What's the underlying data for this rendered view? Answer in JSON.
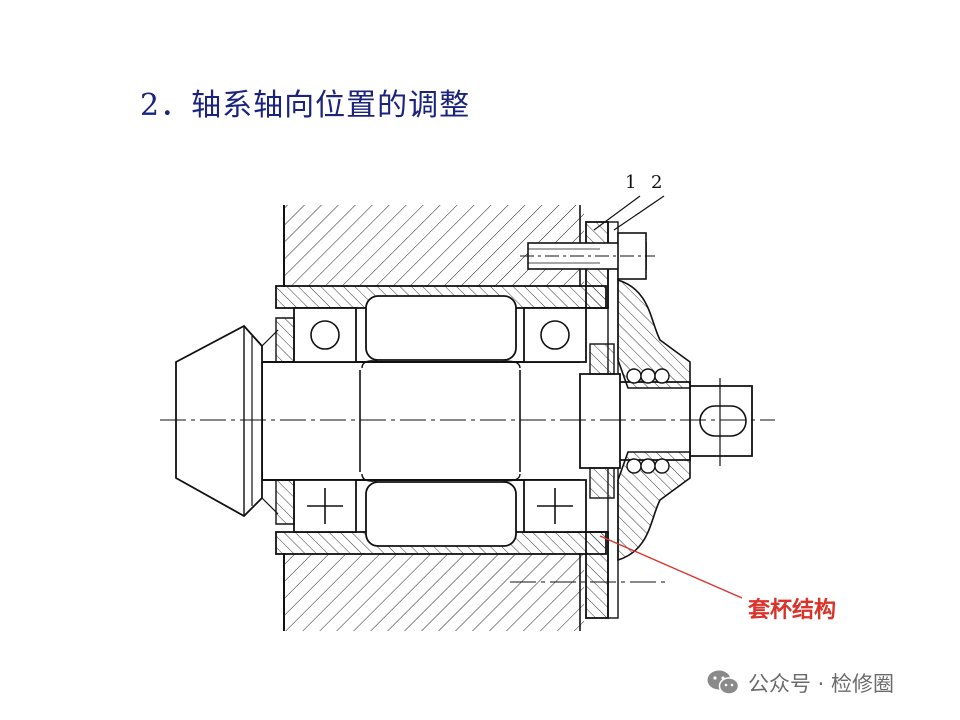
{
  "title": "2．轴系轴向位置的调整",
  "part_labels": [
    "1",
    "2"
  ],
  "callout": {
    "label": "套杯结构",
    "color": "#d9342b"
  },
  "watermark": {
    "text": "公众号 · 检修圈",
    "icon": "wechat-icon"
  },
  "colors": {
    "title": "#1a237e",
    "line": "#111111"
  }
}
